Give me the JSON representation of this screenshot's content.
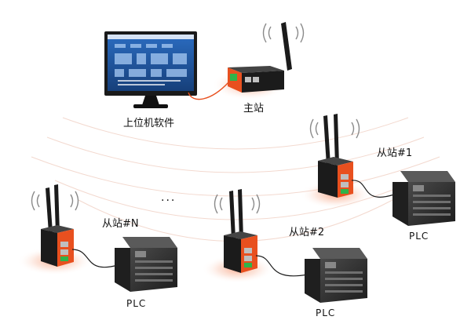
{
  "labels": {
    "host_software": "上位机软件",
    "master_station": "主站",
    "slave_1": "从站#1",
    "slave_2": "从站#2",
    "slave_n": "从站#N",
    "ellipsis": "···",
    "plc": "PLC"
  },
  "colors": {
    "router_body": "#e8501f",
    "router_side": "#1b1b1b",
    "router_port": "#2fb34a",
    "plc_body": "#2b2b2b",
    "glow": "#f6a27f",
    "wave": "#8a8a8a",
    "cable": "#1a1a1a",
    "monitor_screen": "#1f5aa5",
    "wave_lines": "#f3d9cf"
  },
  "icons": [
    "computer-monitor-icon",
    "wireless-router-icon",
    "antenna-icon",
    "wifi-wave-icon",
    "plc-controller-icon"
  ]
}
